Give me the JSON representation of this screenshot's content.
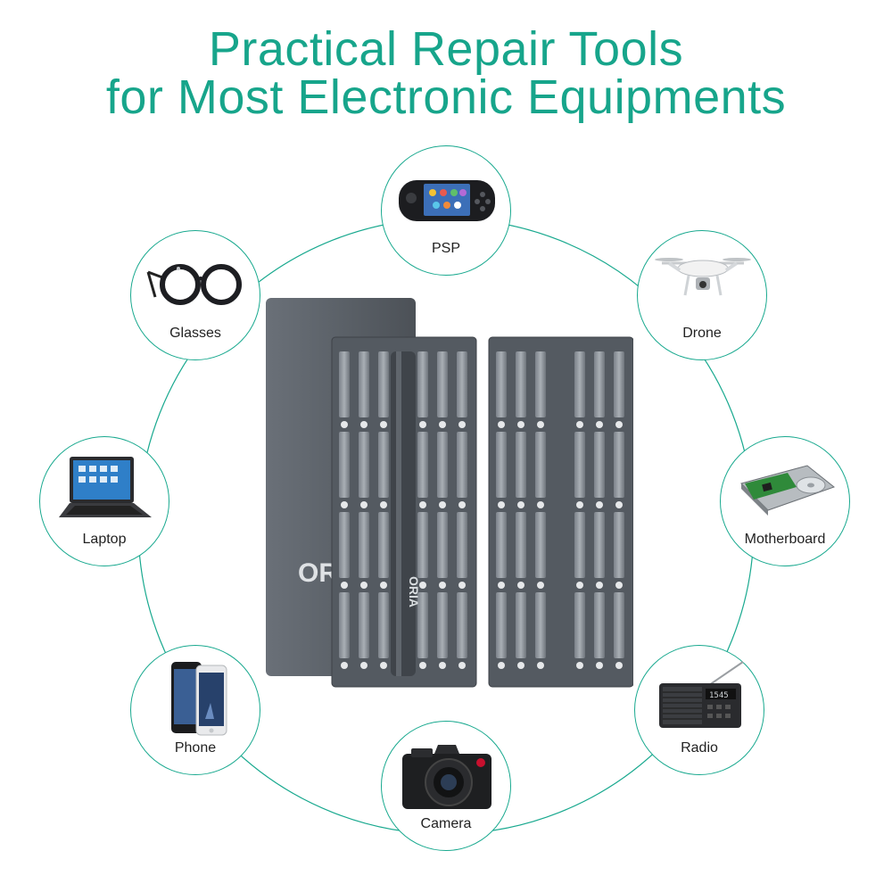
{
  "headline": {
    "line1": "Practical Repair Tools",
    "line2": "for Most Electronic Equipments"
  },
  "colors": {
    "accent": "#17a58b",
    "ring": "#19a98f",
    "case": "#5d636b",
    "case_dark": "#464b52"
  },
  "devices": [
    {
      "id": "psp",
      "label": "PSP",
      "icon": "psp-icon"
    },
    {
      "id": "drone",
      "label": "Drone",
      "icon": "drone-icon"
    },
    {
      "id": "motherboard",
      "label": "Motherboard",
      "icon": "hard-drive-icon"
    },
    {
      "id": "radio",
      "label": "Radio",
      "icon": "radio-icon"
    },
    {
      "id": "camera",
      "label": "Camera",
      "icon": "camera-icon"
    },
    {
      "id": "phone",
      "label": "Phone",
      "icon": "phone-icon"
    },
    {
      "id": "laptop",
      "label": "Laptop",
      "icon": "laptop-icon"
    },
    {
      "id": "glasses",
      "label": "Glasses",
      "icon": "glasses-icon"
    }
  ],
  "toolkit": {
    "brand": "ORIA",
    "radio_display": "1545"
  }
}
